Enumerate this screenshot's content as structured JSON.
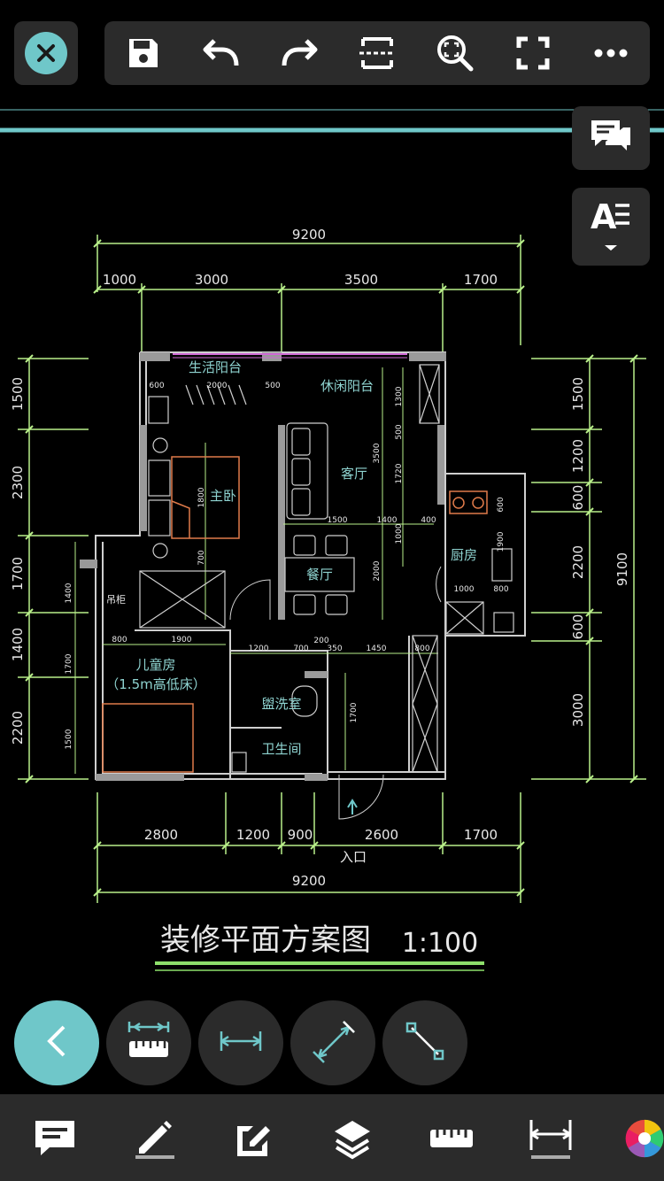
{
  "drawing": {
    "top_dims": {
      "total": "9200",
      "parts": [
        "1000",
        "3000",
        "3500",
        "1700"
      ]
    },
    "bottom_dims": {
      "parts": [
        "2800",
        "1200",
        "900",
        "2600",
        "1700"
      ],
      "total": "9200"
    },
    "left_dims": [
      "1500",
      "2300",
      "1700",
      "1400",
      "2200"
    ],
    "right_dims": [
      "1500",
      "1200",
      "600",
      "2200",
      "600",
      "3000"
    ],
    "right_total": "9100",
    "rooms": {
      "living_balcony": "生活阳台",
      "leisure_balcony": "休闲阳台",
      "master_bedroom": "主卧",
      "living_room": "客厅",
      "dining_room": "餐厅",
      "kitchen": "厨房",
      "kids_room": "儿童房",
      "kids_room_note": "（1.5m高低床）",
      "washroom": "盥洗室",
      "bathroom": "卫生间",
      "entrance": "入口",
      "cabinet": "吊柜"
    },
    "inner_dims": {
      "d600a": "600",
      "d2000a": "2000",
      "d500a": "500",
      "d1300": "1300",
      "d500b": "500",
      "d3500": "3500",
      "d1720": "1720",
      "d1500": "1500",
      "d1400": "1400",
      "d400": "400",
      "d1800": "1800",
      "d700a": "700",
      "d1000": "1000",
      "d2000b": "2000",
      "d1200": "1200",
      "d700b": "700",
      "d200": "200",
      "d350": "350",
      "d1450": "1450",
      "d800a": "800",
      "d1900": "1900",
      "d800b": "800",
      "d1700": "1700",
      "d600b": "600",
      "d1900b": "1900",
      "d1000b": "1000",
      "d800c": "800",
      "d1400b": "1400",
      "d1700b": "1700",
      "d1500b": "1500"
    },
    "title": "装修平面方案图",
    "scale": "1:100"
  },
  "colors": {
    "accent": "#6fc7c9",
    "toolbar_bg": "#2b2b2b",
    "dim_line": "#b9f08a",
    "wall": "#cfcfcf",
    "room_text": "#8fd4d1",
    "furniture": "#e07b4a",
    "balcony_rail": "#d06ad6",
    "title_underline": "#8ee06b"
  },
  "icons": {
    "close": "close-icon",
    "save": "save-icon",
    "undo": "undo-icon",
    "redo": "redo-icon",
    "fit": "fit-width-icon",
    "zoom": "zoom-region-icon",
    "fullscreen": "fullscreen-icon",
    "more": "more-icon",
    "comment": "comment-icon",
    "text_style": "text-style-icon"
  }
}
